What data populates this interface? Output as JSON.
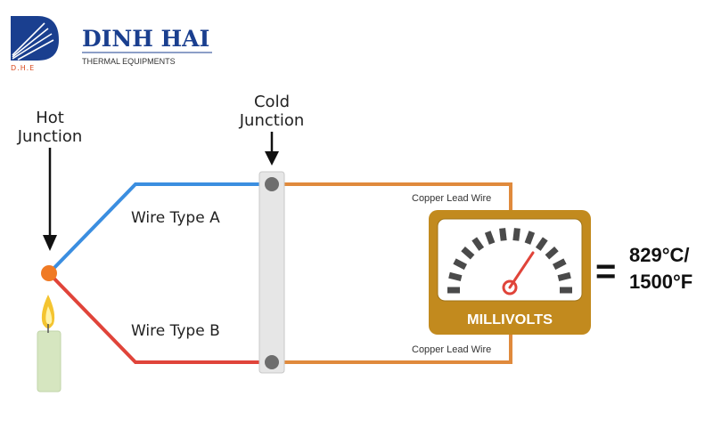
{
  "brand": {
    "logo_letters": "D.H.E",
    "name": "DINH HAI",
    "tagline": "THERMAL EQUIPMENTS",
    "color": "#1a3f8f"
  },
  "diagram": {
    "hot_junction": [
      "Hot",
      "Junction"
    ],
    "cold_junction": [
      "Cold",
      "Junction"
    ],
    "wire_a": "Wire Type A",
    "wire_b": "Wire Type B",
    "lead_top": "Copper Lead Wire",
    "lead_bottom": "Copper Lead Wire",
    "meter_label": "MILLIVOLTS",
    "equals": "=",
    "result": [
      "829°C/",
      "1500°F"
    ],
    "colors": {
      "wire_a": "#3b8ee0",
      "wire_b": "#e0443a",
      "copper": "#e08a3c",
      "meter_frame": "#c28a1e",
      "needle": "#e0443a"
    }
  }
}
